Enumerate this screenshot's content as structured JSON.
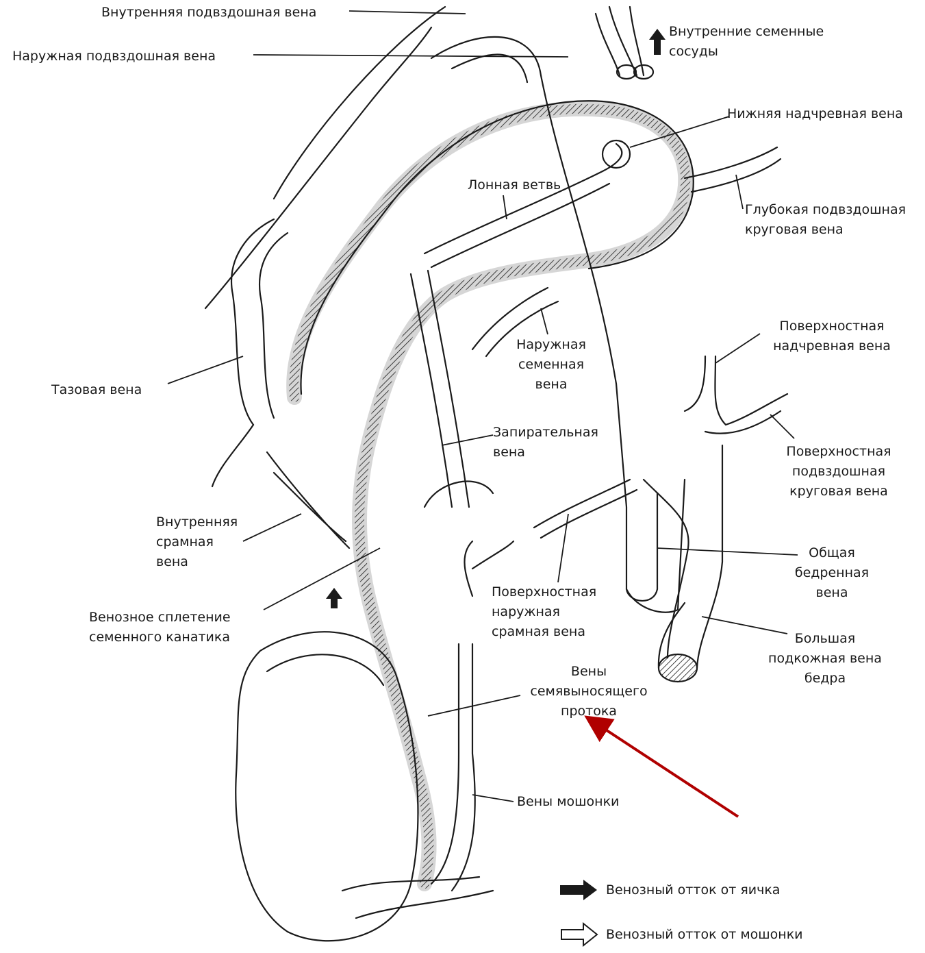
{
  "labels": {
    "internal_iliac_vein": "Внутренняя подвздошная вена",
    "external_iliac_vein": "Наружная подвздошная вена",
    "internal_spermatic_vessels_l1": "Внутренние семенные",
    "internal_spermatic_vessels_l2": "сосуды",
    "inferior_epigastric_vein": "Нижняя надчревная вена",
    "pubic_branch": "Лонная ветвь",
    "deep_circumflex_iliac_vein_l1": "Глубокая подвздошная",
    "deep_circumflex_iliac_vein_l2": "круговая вена",
    "superficial_epigastric_vein_l1": "Поверхностная",
    "superficial_epigastric_vein_l2": "надчревная вена",
    "external_spermatic_vein_l1": "Наружная",
    "external_spermatic_vein_l2": "семенная",
    "external_spermatic_vein_l3": "вена",
    "pelvic_vein": "Тазовая вена",
    "obturator_vein_l1": "Запирательная",
    "obturator_vein_l2": "вена",
    "superficial_circumflex_iliac_vein_l1": "Поверхностная",
    "superficial_circumflex_iliac_vein_l2": "подвздошная",
    "superficial_circumflex_iliac_vein_l3": "круговая вена",
    "internal_pudendal_vein_l1": "Внутренняя",
    "internal_pudendal_vein_l2": "срамная",
    "internal_pudendal_vein_l3": "вена",
    "common_femoral_vein_l1": "Общая",
    "common_femoral_vein_l2": "бедренная",
    "common_femoral_vein_l3": "вена",
    "superficial_external_pudendal_vein_l1": "Поверхностная",
    "superficial_external_pudendal_vein_l2": "наружная",
    "superficial_external_pudendal_vein_l3": "срамная вена",
    "venous_plexus_l1": "Венозное сплетение",
    "venous_plexus_l2": "семенного канатика",
    "great_saphenous_vein_l1": "Большая",
    "great_saphenous_vein_l2": "подкожная вена",
    "great_saphenous_vein_l3": "бедра",
    "vas_deferens_veins_l1": "Вены",
    "vas_deferens_veins_l2": "семявыносящего",
    "vas_deferens_veins_l3": "протока",
    "scrotal_veins": "Вены мошонки"
  },
  "legend": {
    "testis_outflow": "Венозный отток от яичка",
    "scrotum_outflow": "Венозный отток от мошонки"
  },
  "colors": {
    "ink": "#1a1a1a",
    "highlight_arrow": "#b00000"
  }
}
